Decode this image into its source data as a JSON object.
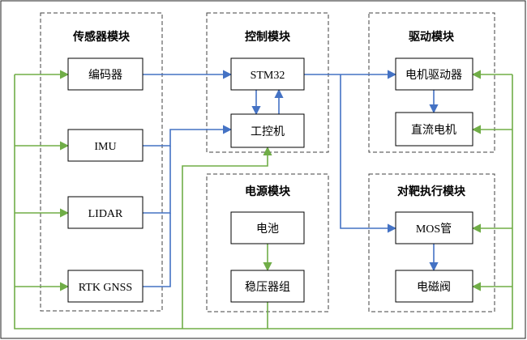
{
  "modules": {
    "sensor": {
      "title": "传感器模块"
    },
    "control": {
      "title": "控制模块"
    },
    "drive": {
      "title": "驱动模块"
    },
    "power": {
      "title": "电源模块"
    },
    "target": {
      "title": "对靶执行模块"
    }
  },
  "blocks": {
    "encoder": "编码器",
    "imu": "IMU",
    "lidar": "LIDAR",
    "rtk": "RTK GNSS",
    "stm32": "STM32",
    "ipc": "工控机",
    "motor_driver": "电机驱动器",
    "dc_motor": "直流电机",
    "battery": "电池",
    "regulator": "稳压器组",
    "mos": "MOS管",
    "solenoid": "电磁阀"
  },
  "colors": {
    "signal": "#4472c4",
    "power": "#70ad47",
    "border": "#000000"
  }
}
